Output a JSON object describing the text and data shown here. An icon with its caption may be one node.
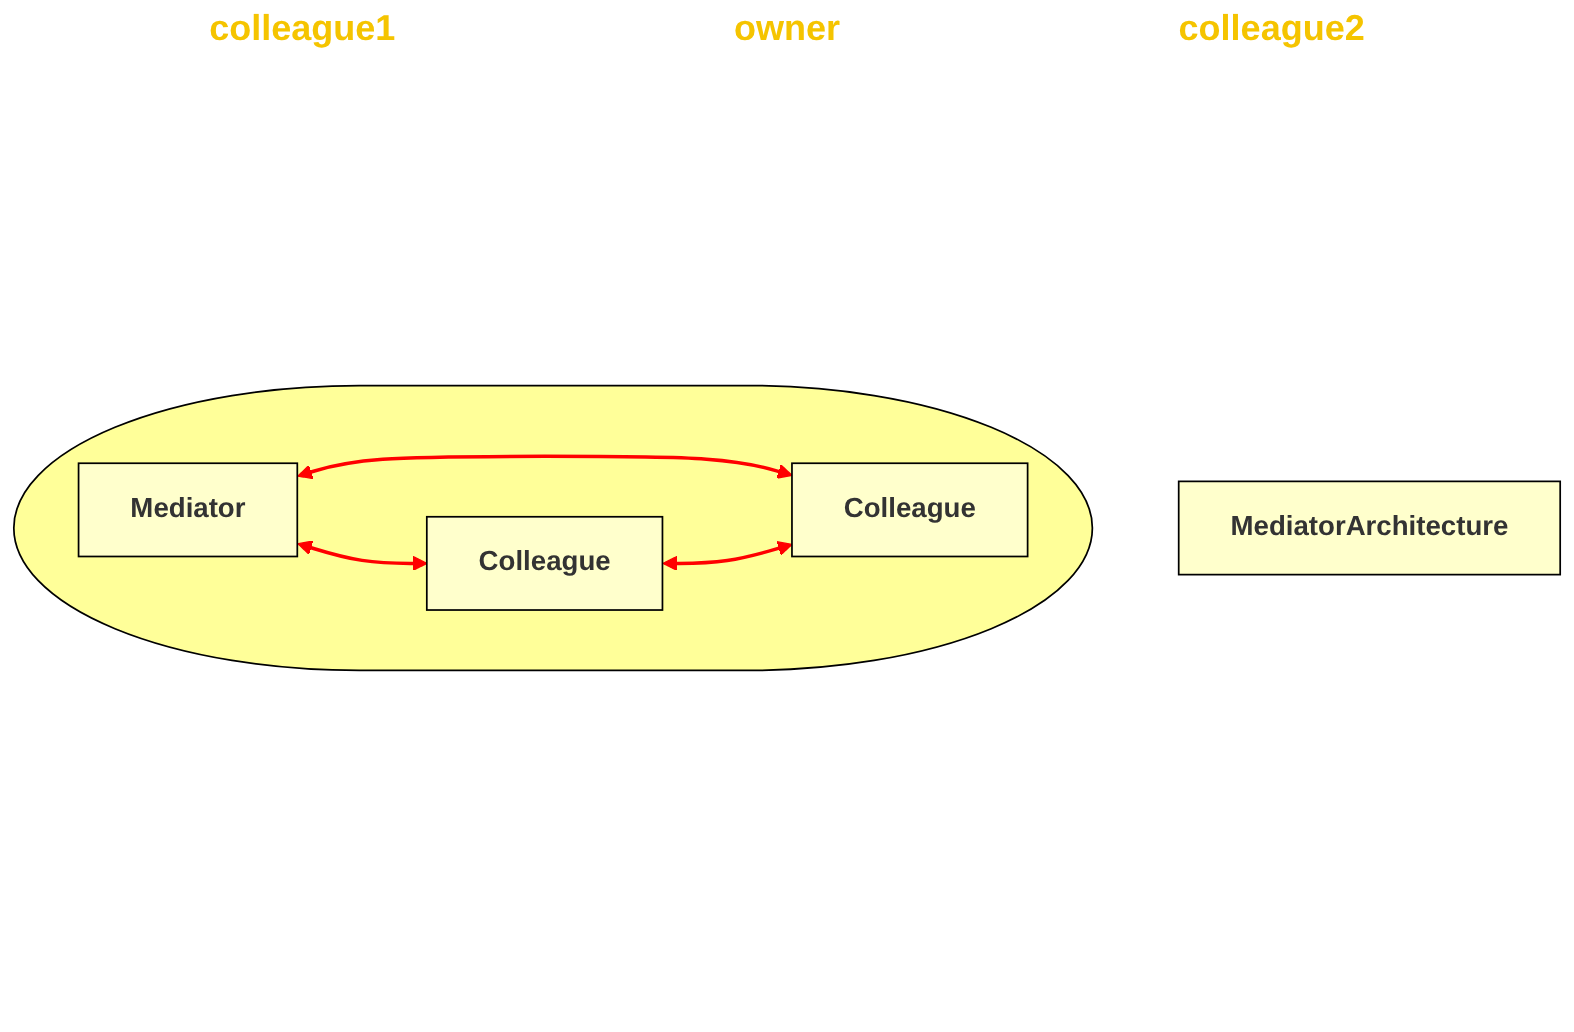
{
  "diagram": {
    "nodes": [
      {
        "text": [
          "MediatorArchitecture"
        ]
      },
      {
        "text": [],
        "shape": "ellipse"
      },
      {
        "text": [
          "Mediator"
        ],
        "in": 1
      },
      {
        "text": [
          "Colleague"
        ],
        "in": 1
      },
      {
        "text": [
          "Colleague"
        ],
        "in": 1
      }
    ],
    "edges": [
      {
        "from": 2,
        "to": 3,
        "arrow": "both"
      },
      {
        "from": 2,
        "to": 4,
        "arrow": "both"
      },
      {
        "from": 3,
        "to": 4,
        "arrow": "both"
      }
    ],
    "labels": [
      "colleague1",
      "owner",
      "colleague2"
    ]
  }
}
